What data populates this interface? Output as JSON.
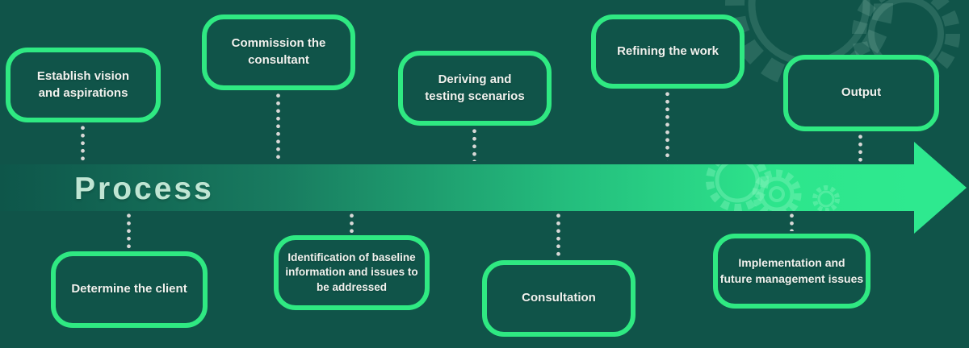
{
  "title": "Process",
  "steps": [
    {
      "row": "top",
      "label": "Establish vision\nand aspirations"
    },
    {
      "row": "bottom",
      "label": "Determine the client"
    },
    {
      "row": "top",
      "label": "Commission the\nconsultant"
    },
    {
      "row": "bottom",
      "label": "Identification of baseline\ninformation and issues to\nbe addressed"
    },
    {
      "row": "top",
      "label": "Deriving and\ntesting scenarios"
    },
    {
      "row": "bottom",
      "label": "Consultation"
    },
    {
      "row": "top",
      "label": "Refining the work"
    },
    {
      "row": "bottom",
      "label": "Implementation and\nfuture management issues"
    },
    {
      "row": "top",
      "label": "Output"
    }
  ],
  "decor_icons": [
    "gear-icon"
  ],
  "colors": {
    "background": "#105449",
    "box_border": "#2fe982",
    "box_text": "#f1f2ee",
    "arrow_gradient_start": "#0e564a",
    "arrow_gradient_end": "#2ee98f",
    "title_text": "#bfe5d3",
    "connector_dots": "#d8d8d6"
  }
}
